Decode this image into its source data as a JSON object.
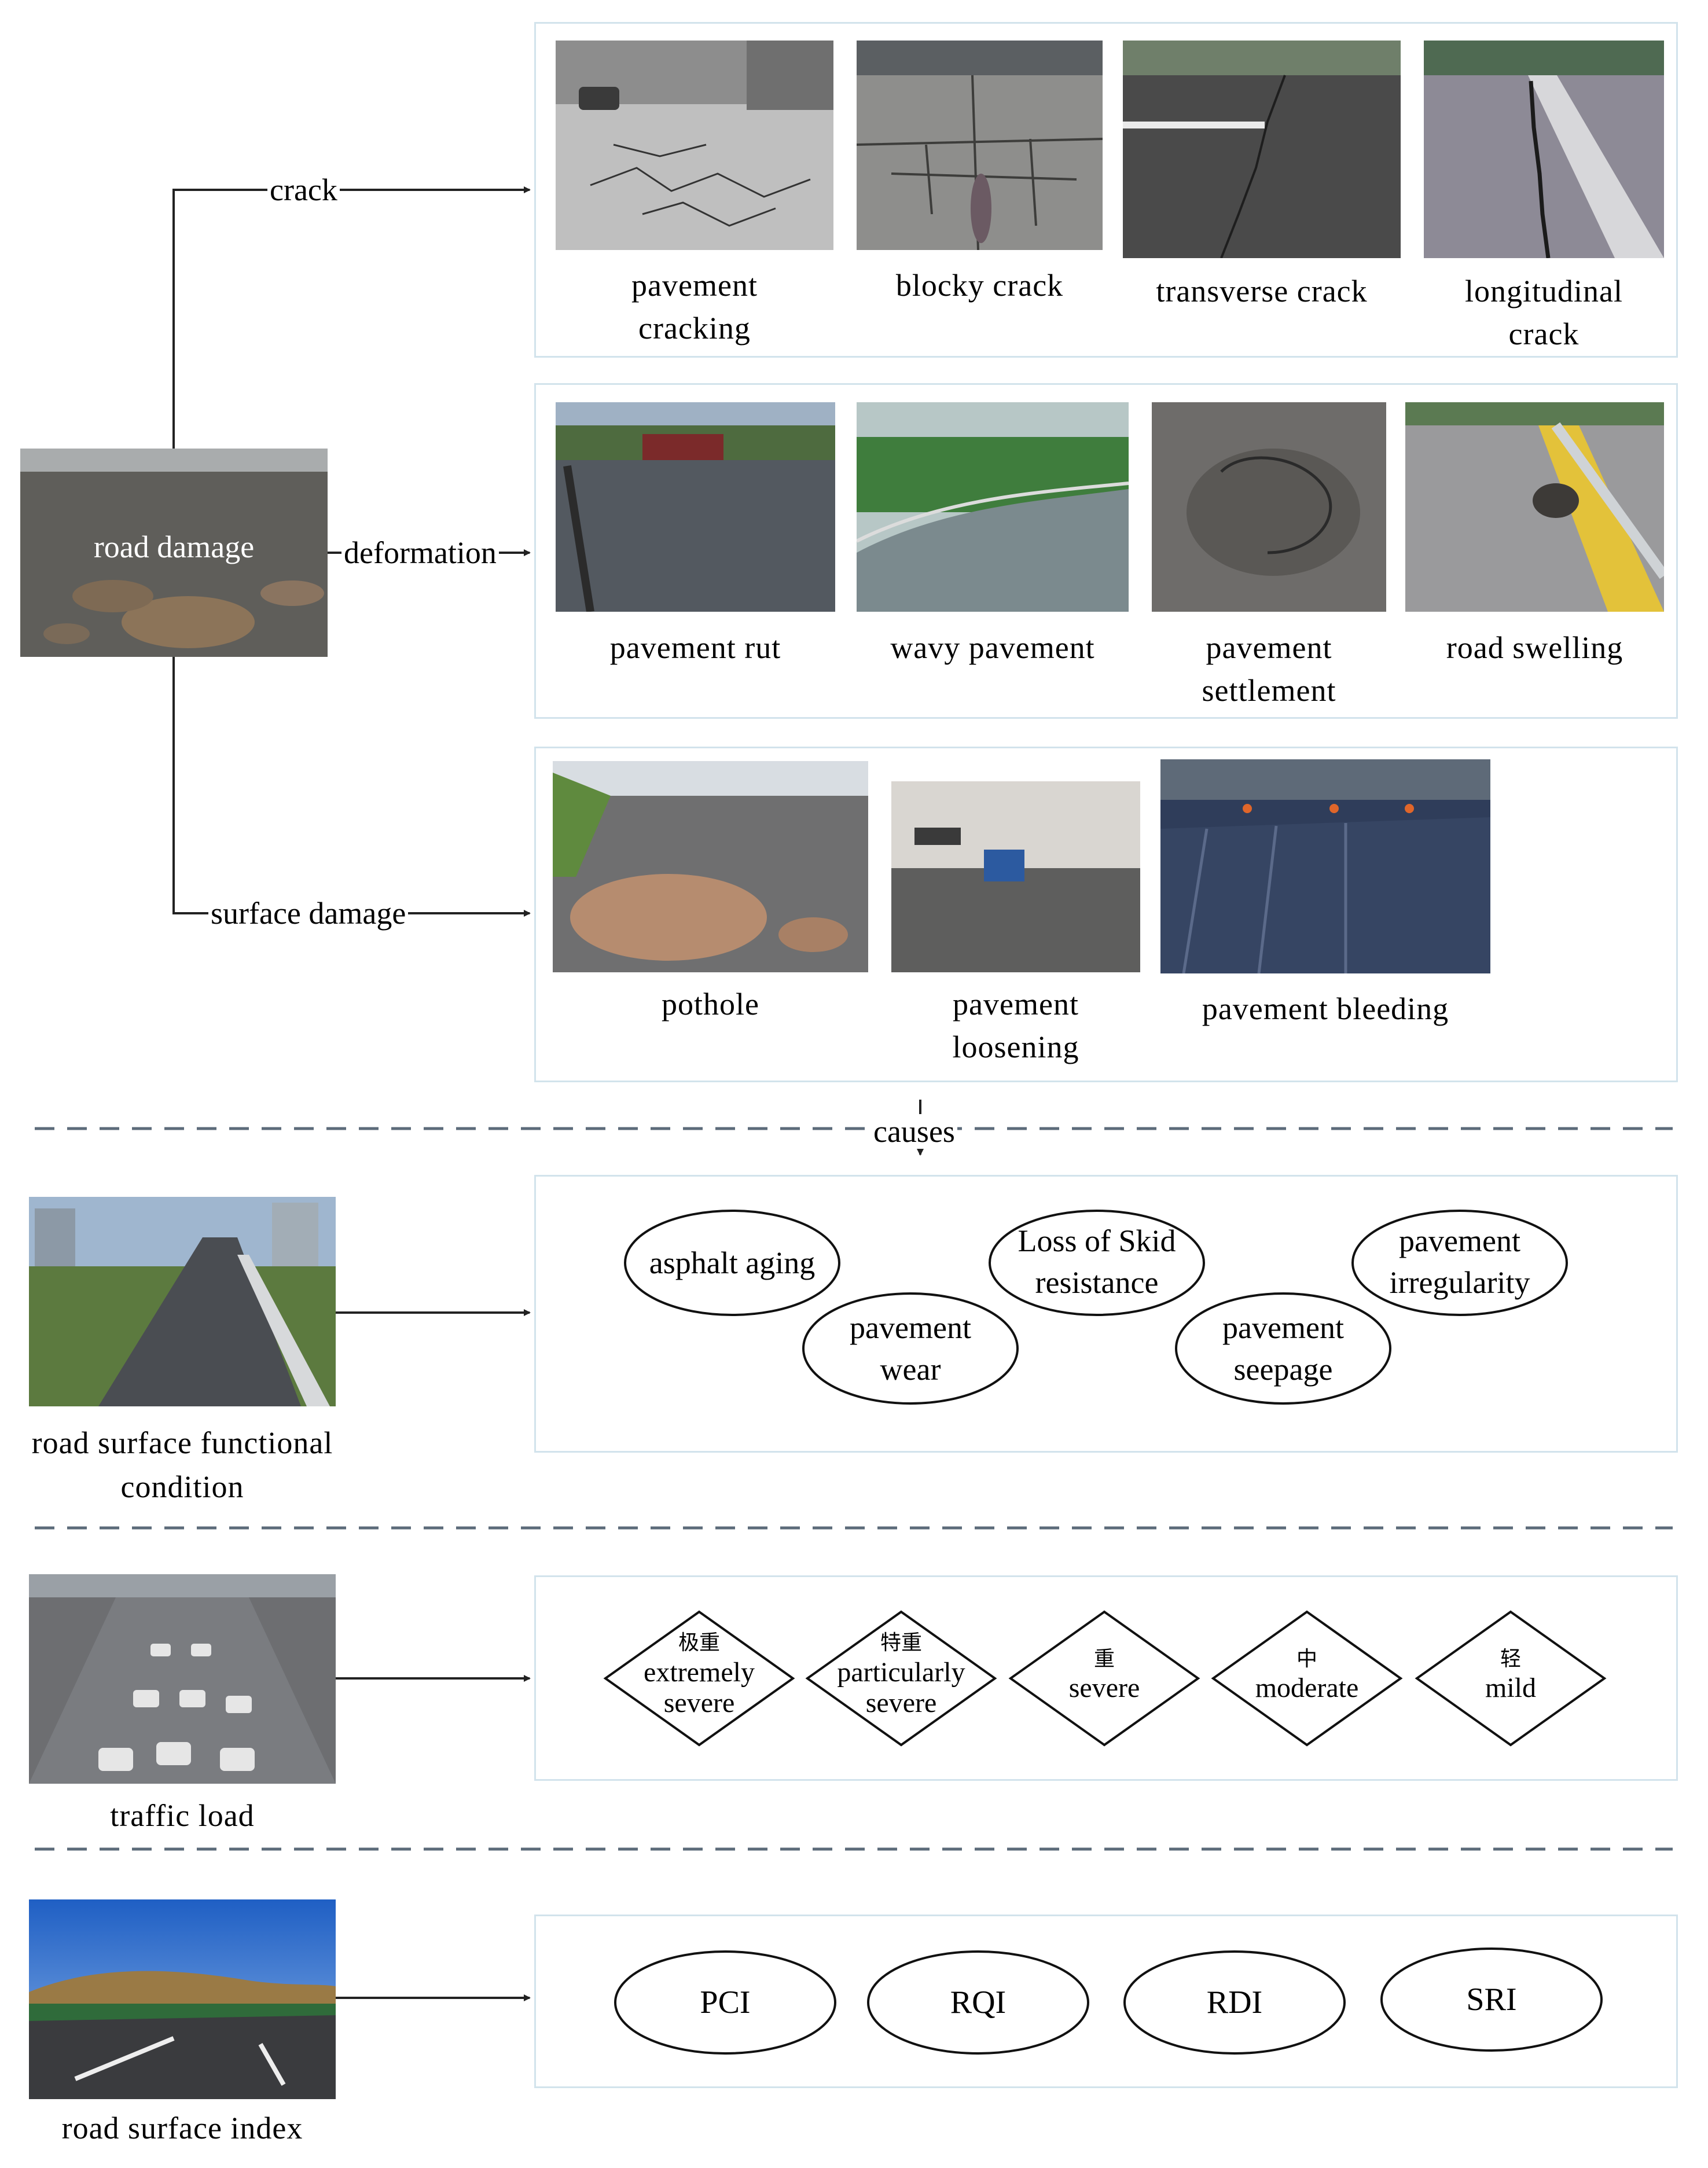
{
  "root": {
    "label": "road damage"
  },
  "branches": {
    "crack": "crack",
    "deformation": "deformation",
    "surface_damage": "surface damage"
  },
  "crack_items": [
    "pavement cracking",
    "blocky crack",
    "transverse crack",
    "longitudinal crack"
  ],
  "deformation_items": [
    "pavement rut",
    "wavy pavement",
    "pavement settlement",
    "road swelling"
  ],
  "surface_items": [
    "pothole",
    "pavement loosening",
    "pavement bleeding"
  ],
  "causes_label": "causes",
  "functional": {
    "label": "road surface functional condition",
    "items": [
      "asphalt aging",
      "pavement wear",
      "Loss of Skid resistance",
      "pavement seepage",
      "pavement irregularity"
    ]
  },
  "traffic": {
    "label": "traffic load",
    "levels": [
      {
        "zh": "极重",
        "en": "extremely severe"
      },
      {
        "zh": "特重",
        "en": "particularly severe"
      },
      {
        "zh": "重",
        "en": "severe"
      },
      {
        "zh": "中",
        "en": "moderate"
      },
      {
        "zh": "轻",
        "en": "mild"
      }
    ]
  },
  "index": {
    "label": "road surface index",
    "items": [
      "PCI",
      "RQI",
      "RDI",
      "SRI"
    ]
  },
  "colors": {
    "dash": "#5c6b7a",
    "box_border": "#d2e3ec",
    "line": "#222222"
  }
}
